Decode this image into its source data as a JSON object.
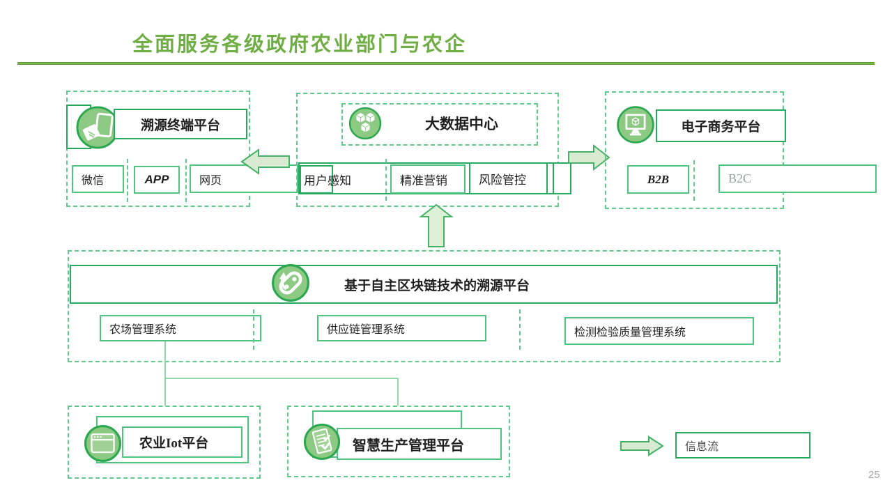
{
  "slide": {
    "title": "全面服务各级政府农业部门与农企",
    "page_number": "25"
  },
  "palette": {
    "title_green": "#6fae45",
    "solid_border_green": "#27a95f",
    "light_border_green": "#4fc47e",
    "dashed_border_green": "#62c98c",
    "icon_circle_fill": "#8cc983",
    "icon_circle_border": "#2ba84f",
    "arrow_fill": "#d9ead3",
    "arrow_border": "#45b164",
    "muted_text": "#a6a6a6",
    "label_text": "#1f1f1f"
  },
  "trace_terminal": {
    "icon": "touch-terminal-icon",
    "title": "溯源终端平台",
    "items": [
      "微信",
      "APP",
      "网页"
    ]
  },
  "big_data": {
    "icon": "cubes-icon",
    "title": "大数据中心",
    "items": [
      "用户感知",
      "精准营销",
      "风险管控"
    ]
  },
  "ecommerce": {
    "icon": "monitor-cube-icon",
    "title": "电子商务平台",
    "items": [
      "B2B",
      "B2C"
    ]
  },
  "blockchain_platform": {
    "icon": "chain-link-icon",
    "title": "基于自主区块链技术的溯源平台",
    "items": [
      "农场管理系统",
      "供应链管理系统",
      "检测检验质量管理系统"
    ]
  },
  "iot_platform": {
    "icon": "browser-window-icon",
    "title": "农业Iot平台"
  },
  "smart_production": {
    "icon": "clipboard-check-icon",
    "title": "智慧生产管理平台"
  },
  "legend": {
    "label": "信息流",
    "arrow": "information-flow-arrow"
  }
}
